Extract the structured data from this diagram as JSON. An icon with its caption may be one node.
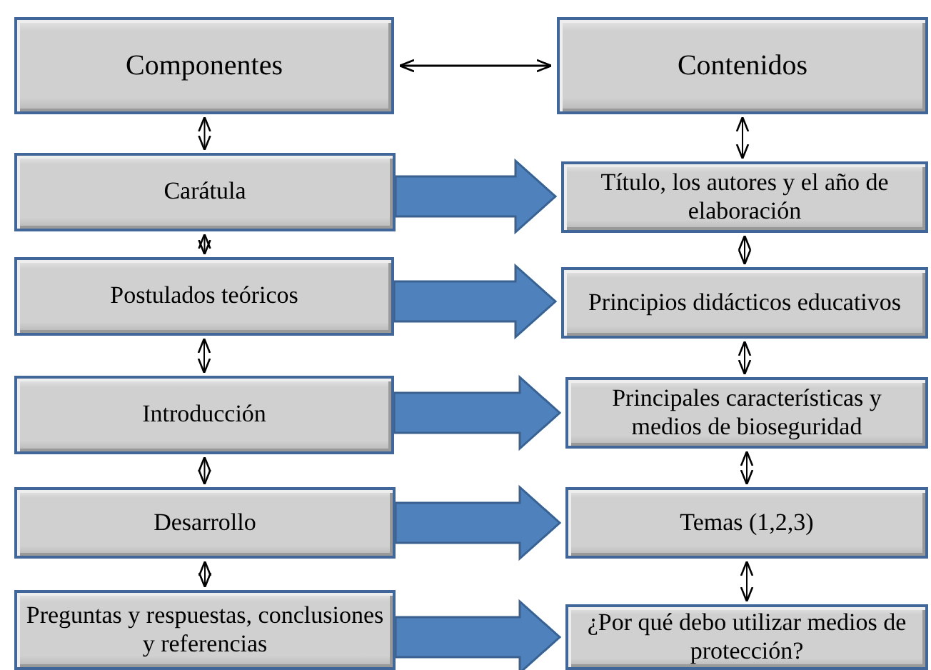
{
  "diagram": {
    "nodes": [
      {
        "text": [
          "Componentes"
        ]
      },
      {
        "text": [
          "Contenidos"
        ]
      },
      {
        "text": [
          "Carátula"
        ]
      },
      {
        "text": [
          "Título, los autores y el año de elaboración"
        ]
      },
      {
        "text": [
          "Postulados teóricos"
        ]
      },
      {
        "text": [
          "Principios didácticos educativos"
        ]
      },
      {
        "text": [
          "Introducción"
        ]
      },
      {
        "text": [
          "Principales características y medios de bioseguridad"
        ]
      },
      {
        "text": [
          "Desarrollo"
        ]
      },
      {
        "text": [
          "Temas (1,2,3)"
        ]
      },
      {
        "text": [
          "Preguntas y respuestas, conclusiones y referencias"
        ]
      },
      {
        "text": [
          "¿Por qué debo utilizar medios de protección?"
        ]
      }
    ],
    "edges": [
      {
        "from": 0,
        "to": 1,
        "arrow": "both"
      },
      {
        "from": 0,
        "to": 2,
        "arrow": "both"
      },
      {
        "from": 2,
        "to": 4,
        "arrow": "both"
      },
      {
        "from": 4,
        "to": 6,
        "arrow": "both"
      },
      {
        "from": 6,
        "to": 8,
        "arrow": "both"
      },
      {
        "from": 8,
        "to": 10,
        "arrow": "both"
      },
      {
        "from": 1,
        "to": 3,
        "arrow": "both"
      },
      {
        "from": 3,
        "to": 5,
        "arrow": "both"
      },
      {
        "from": 5,
        "to": 7,
        "arrow": "both"
      },
      {
        "from": 7,
        "to": 9,
        "arrow": "both"
      },
      {
        "from": 9,
        "to": 11,
        "arrow": "both"
      },
      {
        "from": 2,
        "to": 3,
        "arrow": "to",
        "style": "thick",
        "color": "#4f81bd"
      },
      {
        "from": 4,
        "to": 5,
        "arrow": "to",
        "style": "thick",
        "color": "#4f81bd"
      },
      {
        "from": 6,
        "to": 7,
        "arrow": "to",
        "style": "thick",
        "color": "#4f81bd"
      },
      {
        "from": 8,
        "to": 9,
        "arrow": "to",
        "style": "thick",
        "color": "#4f81bd"
      },
      {
        "from": 10,
        "to": 11,
        "arrow": "to",
        "style": "thick",
        "color": "#4f81bd"
      }
    ]
  }
}
